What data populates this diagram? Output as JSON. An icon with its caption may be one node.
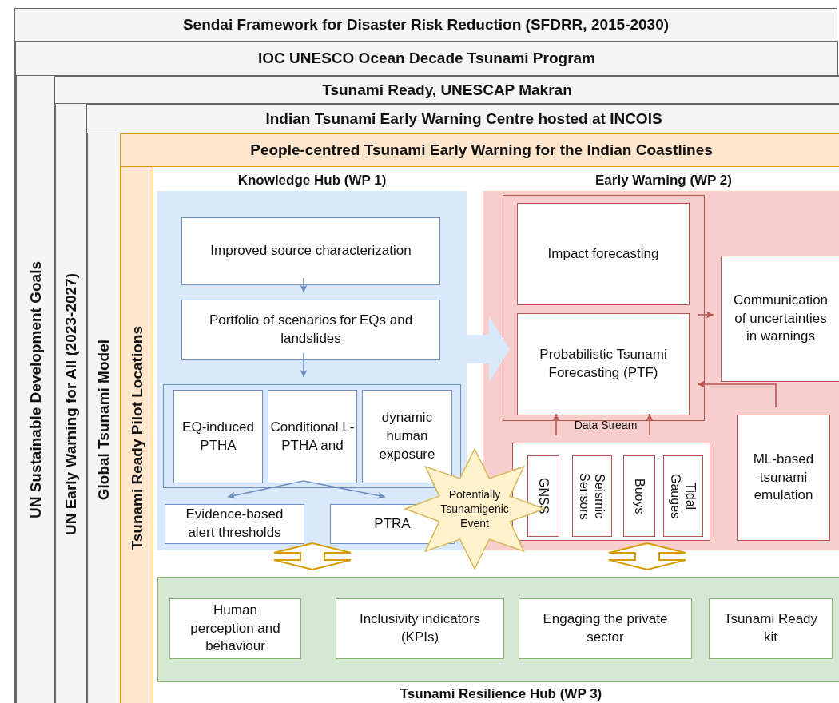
{
  "diagram": {
    "nodes": [
      {
        "text": [
          "Sendai Framework for Disaster Risk Reduction (SFDRR, 2015-2030)"
        ]
      },
      {
        "text": [
          "IOC UNESCO Ocean Decade Tsunami Program"
        ],
        "in": 0
      },
      {
        "text": [
          "UN Sustainable Development Goals"
        ],
        "in": 1
      },
      {
        "text": [
          "Tsunami Ready, UNESCAP Makran"
        ],
        "in": 2
      },
      {
        "text": [
          "UN Early Warning for All (2023-2027)"
        ],
        "in": 3
      },
      {
        "text": [
          "Indian Tsunami Early Warning Centre hosted at INCOIS"
        ],
        "in": 4
      },
      {
        "text": [
          "Global Tsunami Model"
        ],
        "in": 5
      },
      {
        "text": [
          "People-centred Tsunami Early Warning for the Indian Coastlines"
        ],
        "in": 6
      },
      {
        "text": [
          "Tsunami Ready Pilot Locations"
        ],
        "in": 7
      },
      {
        "text": [
          "Knowledge Hub (WP 1)"
        ],
        "in": 8
      },
      {
        "text": [
          "Improved source characterization"
        ],
        "in": 9
      },
      {
        "text": [
          "Portfolio of scenarios for EQs and landslides"
        ],
        "in": 9
      },
      {
        "text": [],
        "shape": "box",
        "in": 9
      },
      {
        "text": [
          "EQ-induced PTHA"
        ],
        "in": 12
      },
      {
        "text": [
          "Conditional L-PTHA and"
        ],
        "in": 12
      },
      {
        "text": [
          "dynamic human exposure"
        ],
        "in": 12
      },
      {
        "text": [
          "Evidence-based alert thresholds"
        ],
        "in": 9
      },
      {
        "text": [
          "PTRA"
        ],
        "in": 9
      },
      {
        "text": [
          "Early Warning (WP 2)"
        ],
        "in": 8
      },
      {
        "text": [],
        "shape": "box",
        "in": 18
      },
      {
        "text": [
          "Impact forecasting"
        ],
        "in": 19
      },
      {
        "text": [
          "Probabilistic Tsunami Forecasting (PTF)"
        ],
        "in": 19
      },
      {
        "text": [
          "Communication of uncertainties in warnings"
        ],
        "in": 18
      },
      {
        "text": [],
        "shape": "box",
        "in": 18
      },
      {
        "text": [
          "GNSS"
        ],
        "in": 23
      },
      {
        "text": [
          "Seismic Sensors"
        ],
        "in": 23
      },
      {
        "text": [
          "Buoys"
        ],
        "in": 23
      },
      {
        "text": [
          "Tidal Gauges"
        ],
        "in": 23
      },
      {
        "text": [
          "ML-based tsunami emulation"
        ],
        "in": 18
      },
      {
        "text": [
          "Potentially Tsunamigenic Event"
        ],
        "in": 8
      },
      {
        "text": [
          "Tsunami Resilience Hub (WP 3)"
        ],
        "in": 8
      },
      {
        "text": [
          "Human perception and behaviour"
        ],
        "in": 30
      },
      {
        "text": [
          "Inclusivity indicators (KPIs)"
        ],
        "in": 30
      },
      {
        "text": [
          "Engaging the private sector"
        ],
        "in": 30
      },
      {
        "text": [
          "Tsunami Ready kit"
        ],
        "in": 30
      }
    ],
    "edges": [
      {
        "from": 10,
        "to": 11,
        "arrow": "to",
        "color": "#6c8ebf"
      },
      {
        "from": 11,
        "to": 12,
        "arrow": "to",
        "color": "#6c8ebf"
      },
      {
        "from": 12,
        "to": 16,
        "arrow": "to",
        "color": "#6c8ebf"
      },
      {
        "from": 12,
        "to": 17,
        "arrow": "to",
        "color": "#6c8ebf"
      },
      {
        "from": 9,
        "to": 21,
        "arrow": "to",
        "style": "thick",
        "color": "#dae8fc"
      },
      {
        "from": 19,
        "to": 22,
        "arrow": "to",
        "color": "#b85450"
      },
      {
        "from": 28,
        "to": 19,
        "arrow": "to",
        "color": "#b85450"
      },
      {
        "from": 23,
        "to": 19,
        "arrow": "to",
        "color": "#b85450"
      },
      {
        "from": 23,
        "to": 19,
        "arrow": "to",
        "color": "#b85450"
      },
      {
        "from": 9,
        "to": 30,
        "arrow": "both",
        "style": "thick",
        "color": "#d79b00"
      },
      {
        "from": 18,
        "to": 30,
        "arrow": "both",
        "style": "thick",
        "color": "#d79b00"
      }
    ],
    "labels": [
      "Data Stream"
    ]
  }
}
